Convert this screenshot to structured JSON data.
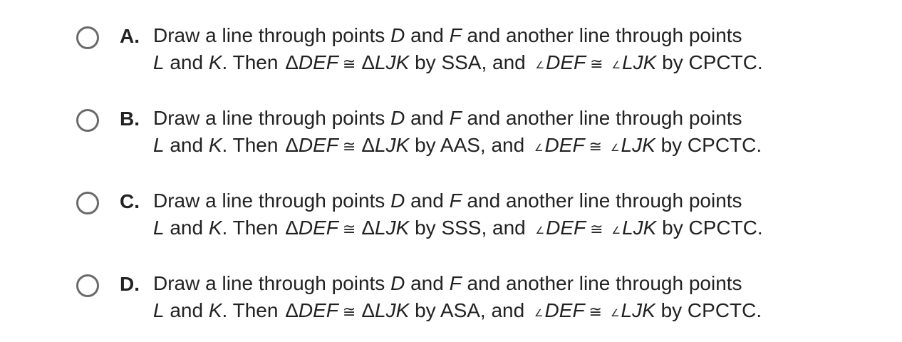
{
  "question": {
    "options": [
      {
        "letter": "A.",
        "line1": "Draw a line through points D and F and another line through points",
        "line2": "L and K. Then ΔDEF ≅ ΔLJK by SSA, and ∠DEF ≅ ∠LJK by CPCTC.",
        "criterion": "SSA"
      },
      {
        "letter": "B.",
        "line1": "Draw a line through points D and F and another line through points",
        "line2": "L and K. Then ΔDEF ≅ ΔLJK by AAS, and ∠DEF ≅ ∠LJK by CPCTC.",
        "criterion": "AAS"
      },
      {
        "letter": "C.",
        "line1": "Draw a line through points D and F and another line through points",
        "line2": "L and K. Then ΔDEF ≅ ΔLJK by SSS, and ∠DEF ≅ ∠LJK by CPCTC.",
        "criterion": "SSS"
      },
      {
        "letter": "D.",
        "line1": "Draw a line through points D and F and another line through points",
        "line2": "L and K. Then ΔDEF ≅ ΔLJK by ASA, and ∠DEF ≅ ∠LJK by CPCTC.",
        "criterion": "ASA"
      }
    ],
    "tokens": {
      "draw_through": "Draw a line through points",
      "and": "and",
      "another_line": "and another line through points",
      "then": ". Then",
      "by": "by",
      "by_cpctc": "by CPCTC.",
      "comma_and": ", and",
      "D": "D",
      "F": "F",
      "L": "L",
      "K": "K",
      "DEF": "DEF",
      "LJK": "LJK",
      "triangle": "Δ",
      "angle": "∠",
      "congruent": "≅"
    },
    "colors": {
      "text": "#222222",
      "radio_border": "#6a6a6a",
      "background": "#ffffff"
    },
    "icons": {
      "radio": "radio-circle-icon"
    }
  }
}
